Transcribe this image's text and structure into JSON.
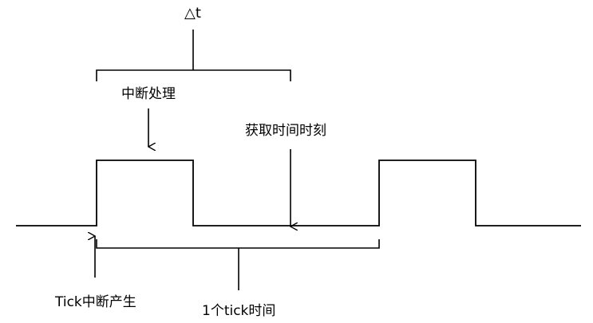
{
  "labels": {
    "delta_t": "△t",
    "interrupt_handling": "中断处理",
    "get_time_moment": "获取时间时刻",
    "tick_interrupt_generated": "Tick中断产生",
    "one_tick_time": "1个tick时间"
  },
  "colors": {
    "line": "#000000",
    "background": "#ffffff"
  }
}
